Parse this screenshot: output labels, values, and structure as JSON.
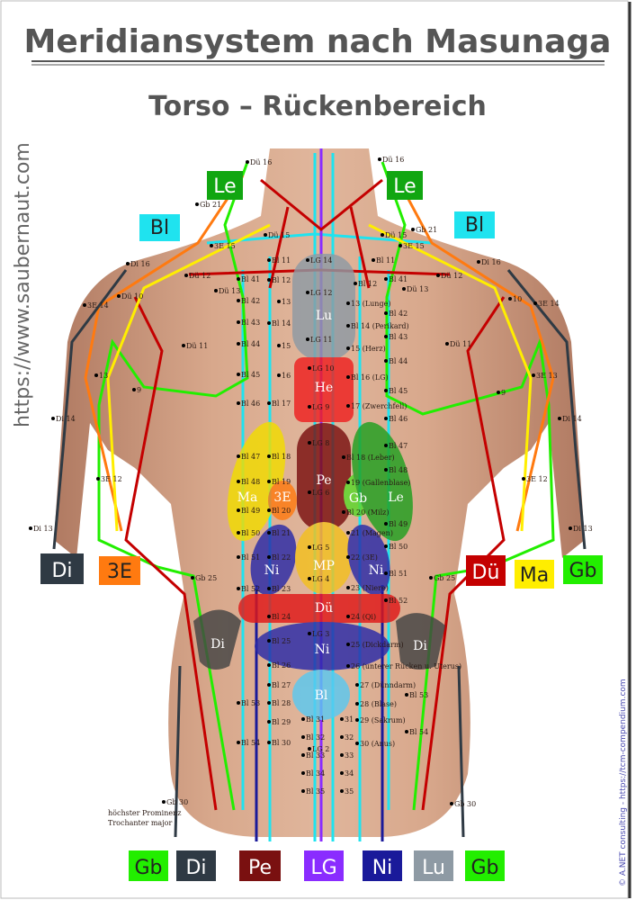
{
  "title": "Meridiansystem nach Masunaga",
  "subtitle": "Torso – Rückenbereich",
  "watermark": "https://www.saubernaut.com",
  "copyright": "© A.NET consulting - https://tcm-compendium.com",
  "trochanter_note": [
    "höchster Prominenz",
    "Trochanter major"
  ],
  "colors": {
    "Le": "#11a611",
    "Bl": "#1fe3ef",
    "Di": "#2f3a44",
    "3E": "#ff7a10",
    "Dü": "#c40000",
    "Ma": "#ffee00",
    "Gb": "#22ee00",
    "Pe": "#7a1010",
    "LG": "#8a2cff",
    "Ni": "#1a1a9a",
    "Lu": "#8e9aa4",
    "He": "#ee2020",
    "MP": "#f3c020"
  },
  "badges": [
    {
      "label": "Le",
      "color": "#11a611",
      "text": "#ffffff"
    },
    {
      "label": "Le",
      "color": "#11a611",
      "text": "#ffffff"
    },
    {
      "label": "Bl",
      "color": "#1fe3ef",
      "text": "#222222"
    },
    {
      "label": "Bl",
      "color": "#1fe3ef",
      "text": "#222222"
    },
    {
      "label": "Di",
      "color": "#2f3a44",
      "text": "#ffffff"
    },
    {
      "label": "3E",
      "color": "#ff7a10",
      "text": "#222222"
    },
    {
      "label": "Dü",
      "color": "#c40000",
      "text": "#ffffff"
    },
    {
      "label": "Ma",
      "color": "#ffee00",
      "text": "#222222"
    },
    {
      "label": "Gb",
      "color": "#22ee00",
      "text": "#222222"
    },
    {
      "label": "Gb",
      "color": "#22ee00",
      "text": "#222222"
    },
    {
      "label": "Di",
      "color": "#2f3a44",
      "text": "#ffffff"
    },
    {
      "label": "Pe",
      "color": "#7a1010",
      "text": "#ffffff"
    },
    {
      "label": "LG",
      "color": "#8a2cff",
      "text": "#ffffff"
    },
    {
      "label": "Ni",
      "color": "#1a1a9a",
      "text": "#ffffff"
    },
    {
      "label": "Lu",
      "color": "#8e9aa4",
      "text": "#ffffff"
    },
    {
      "label": "Gb",
      "color": "#22ee00",
      "text": "#222222"
    }
  ],
  "organ_zones": [
    "Lu",
    "He",
    "Pe",
    "Ma",
    "3E",
    "Gb",
    "Le",
    "Ni",
    "MP",
    "Ni",
    "Dü",
    "Ni",
    "Bl",
    "Di",
    "Di"
  ],
  "points": [
    "Dü 16",
    "Gb 21",
    "3E 15",
    "Dü 15",
    "Di 16",
    "Dü 12",
    "Dü 10",
    "Dü 13",
    "3E 14",
    "Bl 11",
    "Bl 41",
    "Bl 12",
    "Bl 42",
    "13",
    "Bl 43",
    "Bl 14",
    "Dü 11",
    "Bl 44",
    "15",
    "Bl 45",
    "16",
    "13",
    "9",
    "Bl 46",
    "Bl 17",
    "Di 14",
    "Bl 47",
    "Bl 18",
    "Bl 48",
    "Bl 19",
    "3E 12",
    "Bl 49",
    "Bl 20",
    "Bl 50",
    "Bl 21",
    "Di 13",
    "Bl 51",
    "Bl 22",
    "Gb 25",
    "Bl 52",
    "Bl 23",
    "Bl 24",
    "Bl 25",
    "Bl 26",
    "Bl 27",
    "Bl 28",
    "Bl 53",
    "Bl 29",
    "Bl 30",
    "Bl 54",
    "Bl 31",
    "Bl 32",
    "Bl 33",
    "Bl 34",
    "Bl 35",
    "Gb 30",
    "Dü 16",
    "Gb 21",
    "3E 15",
    "Dü 15",
    "Bl 11",
    "Di 16",
    "Dü 12",
    "Bl 41",
    "Bl 12",
    "Dü 13",
    "10",
    "3E 14",
    "13 (Lunge)",
    "Bl 42",
    "Bl 14 (Perikard)",
    "Bl 43",
    "Dü 11",
    "15 (Herz)",
    "Bl 44",
    "Bl 16 (LG)",
    "Bl 45",
    "3E 13",
    "9",
    "17 (Zwerchfell)",
    "Bl 46",
    "Di 14",
    "Bl 18 (Leber)",
    "Bl 47",
    "19 (Gallenblase)",
    "Bl 48",
    "3E 12",
    "Bl 20 (Milz)",
    "Bl 49",
    "21 (Magen)",
    "Bl 50",
    "Di 13",
    "22 (3E)",
    "Bl 51",
    "Gb 25",
    "23 (Niere)",
    "Bl 52",
    "24 (Qi)",
    "25 (Dickdarm)",
    "26 (unterer Rücken u. Uterus)",
    "27 (Dünndarm)",
    "28 (Blase)",
    "Bl 53",
    "29 (Sakrum)",
    "30 (Anus)",
    "Bl 54",
    "31",
    "32",
    "33",
    "34",
    "35",
    "Gb 30",
    "LG 14",
    "LG 12",
    "LG 11",
    "LG 10",
    "LG 9",
    "LG 8",
    "LG 6",
    "LG 5",
    "LG 4",
    "LG 3",
    "LG 2"
  ]
}
